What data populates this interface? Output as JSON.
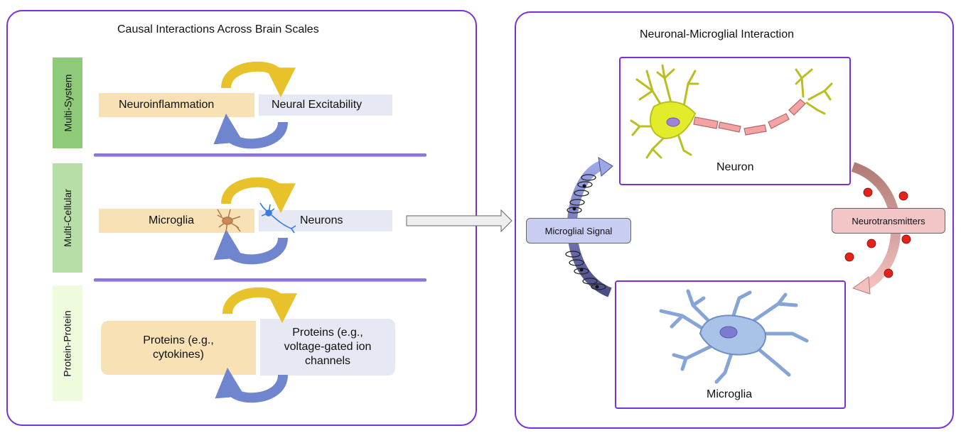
{
  "left_panel": {
    "title": "Causal Interactions Across Brain Scales",
    "rows": [
      {
        "scale": "Multi-System",
        "left": "Neuroinflammation",
        "right": "Neural Excitability"
      },
      {
        "scale": "Multi-Cellular",
        "left": "Microglia",
        "right": "Neurons"
      },
      {
        "scale": "Protein-Protein",
        "left": "Proteins (e.g., cytokines)",
        "right": "Proteins (e.g., voltage-gated ion channels"
      }
    ]
  },
  "right_panel": {
    "title": "Neuronal-Microglial Interaction",
    "neuron_label": "Neuron",
    "microglia_label": "Microglia",
    "signal_label": "Microglial Signal",
    "transmitter_label": "Neurotransmitters"
  },
  "colors": {
    "frame": "#7b2fd6",
    "tan_box": "#f7e1b5",
    "grey_box": "#e6e8f3",
    "arrow_yellow": "#e8c22a",
    "arrow_blue": "#6f86cf",
    "signal_pill": "#c9cdf2",
    "transmitter_pill": "#f2c6c6",
    "neurotransmitter_dot": "#e2231a"
  }
}
